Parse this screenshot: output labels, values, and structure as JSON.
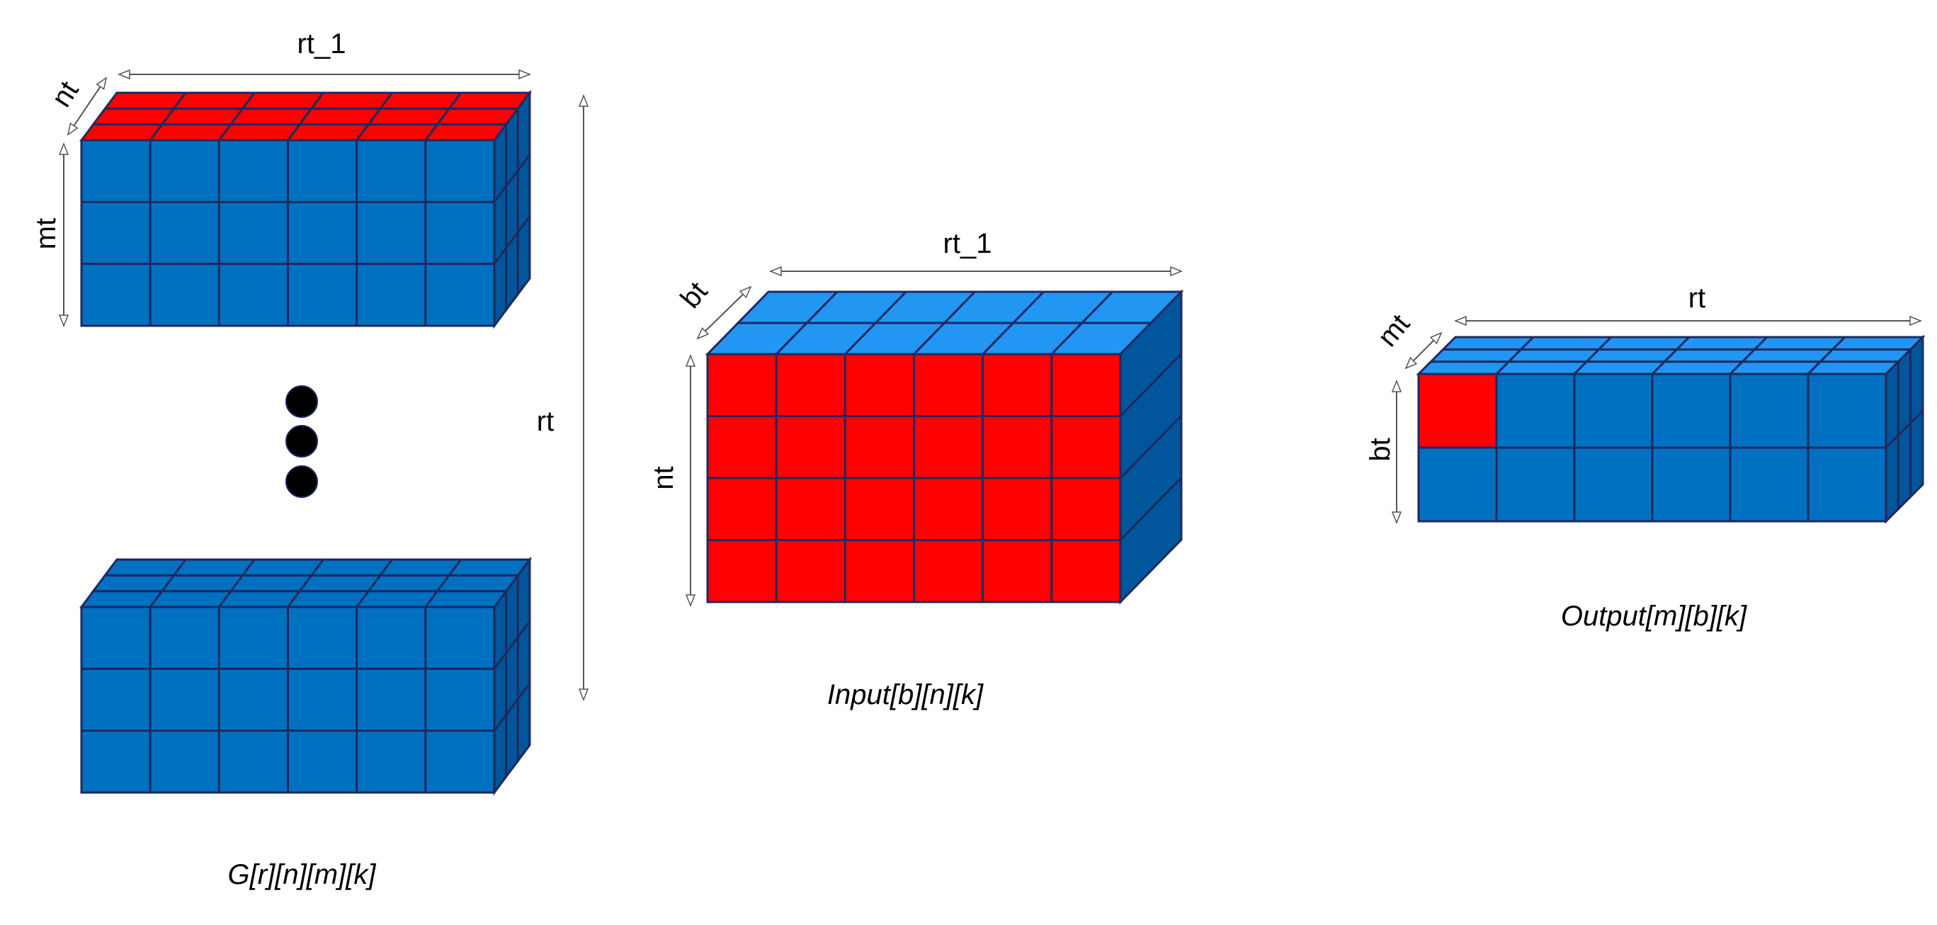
{
  "colors": {
    "front_blue": "#0070c0",
    "top_blue": "#2196f3",
    "side_blue": "#00559b",
    "highlight_red": "#ff0000",
    "outline": "#1f2a5e",
    "dot": "#000000"
  },
  "g_tensor": {
    "caption": "G[r][n][m][k]",
    "width_label": "rt_1",
    "depth_label": "nt",
    "height_label": "mt",
    "stack_label": "rt",
    "block_cols": 6,
    "block_rows": 3,
    "top_depth_rows": 3,
    "top_highlighted": "red",
    "ellipsis_dots": 3
  },
  "input_tensor": {
    "caption": "Input[b][n][k]",
    "width_label": "rt_1",
    "depth_label": "bt",
    "height_label": "nt",
    "cols": 6,
    "rows": 4,
    "top_depth_rows": 2,
    "front_highlighted": "red"
  },
  "output_tensor": {
    "caption": "Output[m][b][k]",
    "width_label": "rt",
    "depth_label": "mt",
    "height_label": "bt",
    "cols": 6,
    "rows": 2,
    "top_depth_rows": 3,
    "highlighted_cell": "first"
  }
}
